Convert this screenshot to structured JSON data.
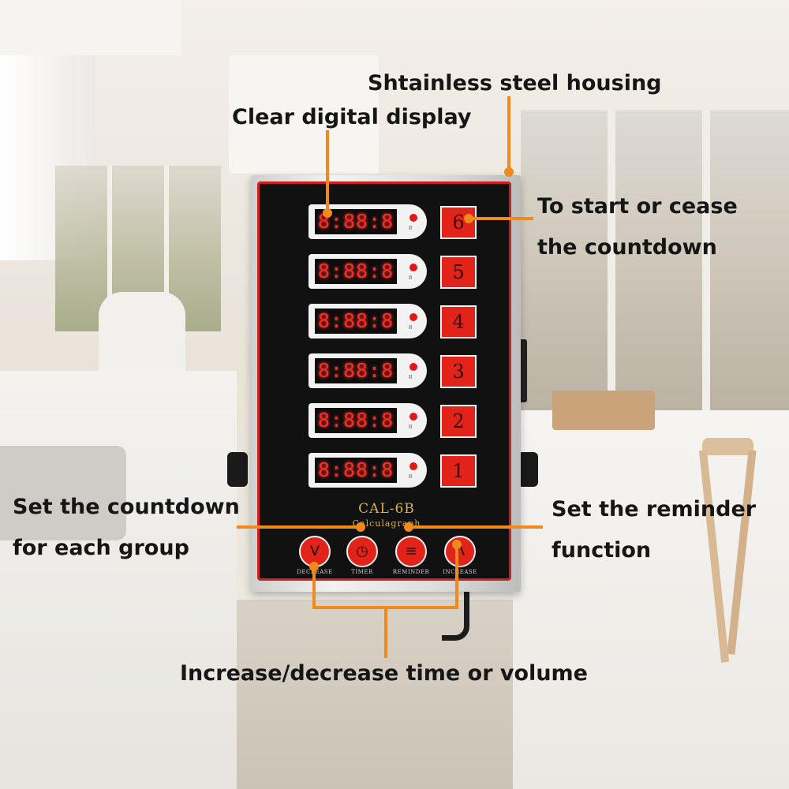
{
  "callouts": {
    "housing": "Shtainless steel housing",
    "display": "Clear digital display",
    "start_line1": "To start or cease",
    "start_line2": "the countdown",
    "countdown_line1": "Set the countdown",
    "countdown_line2": "for each group",
    "reminder_line1": "Set the reminder",
    "reminder_line2": "function",
    "increase": "Increase/decrease time or volume"
  },
  "device": {
    "model": "CAL-6B",
    "subtitle": "Calculagraph",
    "timers": [
      {
        "display": "8:88:8",
        "button": "6"
      },
      {
        "display": "8:88:8",
        "button": "5"
      },
      {
        "display": "8:88:8",
        "button": "4"
      },
      {
        "display": "8:88:8",
        "button": "3"
      },
      {
        "display": "8:88:8",
        "button": "2"
      },
      {
        "display": "8:88:8",
        "button": "1"
      }
    ],
    "controls": {
      "decrease_symbol": "V",
      "decrease_label": "DECREASE",
      "timer_symbol": "◷",
      "timer_label": "TIMER",
      "reminder_symbol": "≡",
      "reminder_label": "REMINDER",
      "increase_symbol": "Λ",
      "increase_label": "INCREASE"
    }
  },
  "colors": {
    "callout_line": "#f08a1c",
    "button_red": "#e2231a",
    "digit_red": "#ff2b23"
  }
}
